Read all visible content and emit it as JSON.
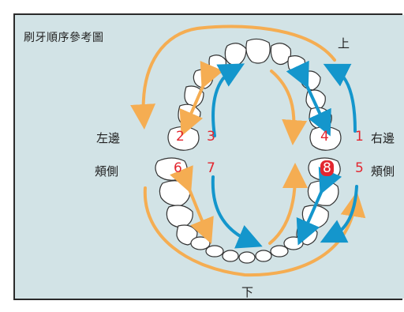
{
  "title": "刷牙順序參考圖",
  "labels": {
    "top": "上",
    "bottom": "下",
    "left_side": "左邊",
    "right_side": "右邊",
    "left_buccal": "頰側",
    "right_buccal": "頰側"
  },
  "numbers": {
    "n1": "1",
    "n2": "2",
    "n3": "3",
    "n4": "4",
    "n5": "5",
    "n6": "6",
    "n7": "7",
    "n8": "8"
  },
  "colors": {
    "orange_arrow": "#f5ad52",
    "blue_arrow": "#1496cc",
    "number_red": "#e3262f",
    "background": "#d2e3e6"
  }
}
